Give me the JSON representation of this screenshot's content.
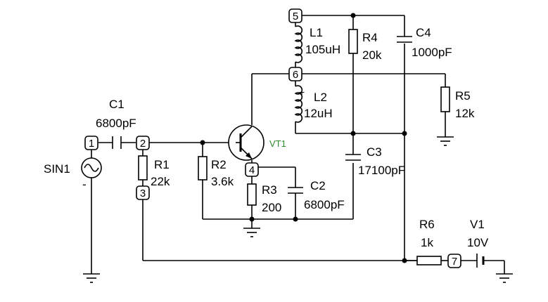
{
  "components": {
    "C1": {
      "name": "C1",
      "value": "6800pF"
    },
    "C2": {
      "name": "C2",
      "value": "6800pF"
    },
    "C3": {
      "name": "C3",
      "value": "17100pF"
    },
    "C4": {
      "name": "C4",
      "value": "1000pF"
    },
    "R1": {
      "name": "R1",
      "value": "22k"
    },
    "R2": {
      "name": "R2",
      "value": "3.6k"
    },
    "R3": {
      "name": "R3",
      "value": "200"
    },
    "R4": {
      "name": "R4",
      "value": "20k"
    },
    "R5": {
      "name": "R5",
      "value": "12k"
    },
    "R6": {
      "name": "R6",
      "value": "1k"
    },
    "L1": {
      "name": "L1",
      "value": "105uH"
    },
    "L2": {
      "name": "L2",
      "value": "12uH",
      "polarity": "+"
    },
    "VT1": {
      "name": "VT1"
    },
    "V1": {
      "name": "V1",
      "value": "10V"
    },
    "SIN1": {
      "name": "SIN1",
      "polarity": "-"
    }
  },
  "nodes": [
    "1",
    "2",
    "3",
    "4",
    "5",
    "6",
    "7"
  ],
  "colors": {
    "wire": "#000000",
    "transistor_label": "#2e8b2e"
  }
}
